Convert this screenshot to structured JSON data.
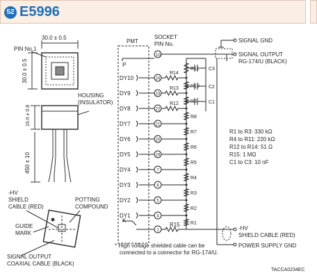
{
  "header": {
    "badge": "52",
    "title": "E5996"
  },
  "outline": {
    "width_dim": "30.0 ± 0.5",
    "height_dim": "30.0 ± 0.5",
    "pin1_label": "PIN No.1",
    "housing_label_1": "HOUSING",
    "housing_label_2": "(INSULATOR)",
    "housing_dim": "15.0 ± 0.8",
    "cable_dim": "450 ± 10",
    "hv_label_1": "-HV",
    "hv_label_2": "SHIELD",
    "hv_label_3": "CABLE (RED)",
    "potting_label_1": "POTTING",
    "potting_label_2": "COMPOUND",
    "guide_label_1": "GUIDE",
    "guide_label_2": "MARK",
    "signal_label_1": "SIGNAL OUTPUT",
    "signal_label_2": "COAXIAL CABLE (BLACK)"
  },
  "schematic": {
    "pmt_label": "PMT",
    "socket_label_1": "SOCKET",
    "socket_label_2": "PIN No.",
    "anode_label": "P",
    "cathode_label": "K",
    "anode_pin": "10",
    "cathode_pin": "1",
    "signal_gnd": "SIGNAL GND",
    "signal_output_1": "SIGNAL OUTPUT",
    "signal_output_2": "RG-174/U (BLACK)",
    "hv_out_1": "-HV",
    "hv_out_2": "SHIELD CABLE (RED)",
    "power_gnd": "POWER SUPPLY GND",
    "dynodes": [
      {
        "name": "DY10",
        "pin": "24"
      },
      {
        "name": "DY9",
        "pin": "23"
      },
      {
        "name": "DY8",
        "pin": "22"
      },
      {
        "name": "DY7",
        "pin": "21"
      },
      {
        "name": "DY6",
        "pin": "20"
      },
      {
        "name": "DY5",
        "pin": "19"
      },
      {
        "name": "DY4",
        "pin": "7"
      },
      {
        "name": "DY3",
        "pin": "6"
      },
      {
        "name": "DY2",
        "pin": "5"
      },
      {
        "name": "DY1",
        "pin": "4"
      }
    ],
    "divider_resistors": [
      "R11",
      "R10",
      "R9",
      "R8",
      "R7",
      "R6",
      "R5",
      "R4",
      "R3",
      "R2",
      "R1"
    ],
    "series_resistors": [
      "R14",
      "R13",
      "R12"
    ],
    "capacitors": [
      "C3",
      "C2",
      "C1"
    ],
    "r15_label": "R15",
    "values": [
      "R1 to R3: 330 kΩ",
      "R4 to R11: 220 kΩ",
      "R12 to R14: 51 Ω",
      "R15: 1 MΩ",
      "C1 to C3: 10 nF"
    ],
    "note_1": "*  High voltage shielded cable can be",
    "note_2": "connected to a connector for RG-174/U.",
    "code": "TACCA0234EC"
  }
}
